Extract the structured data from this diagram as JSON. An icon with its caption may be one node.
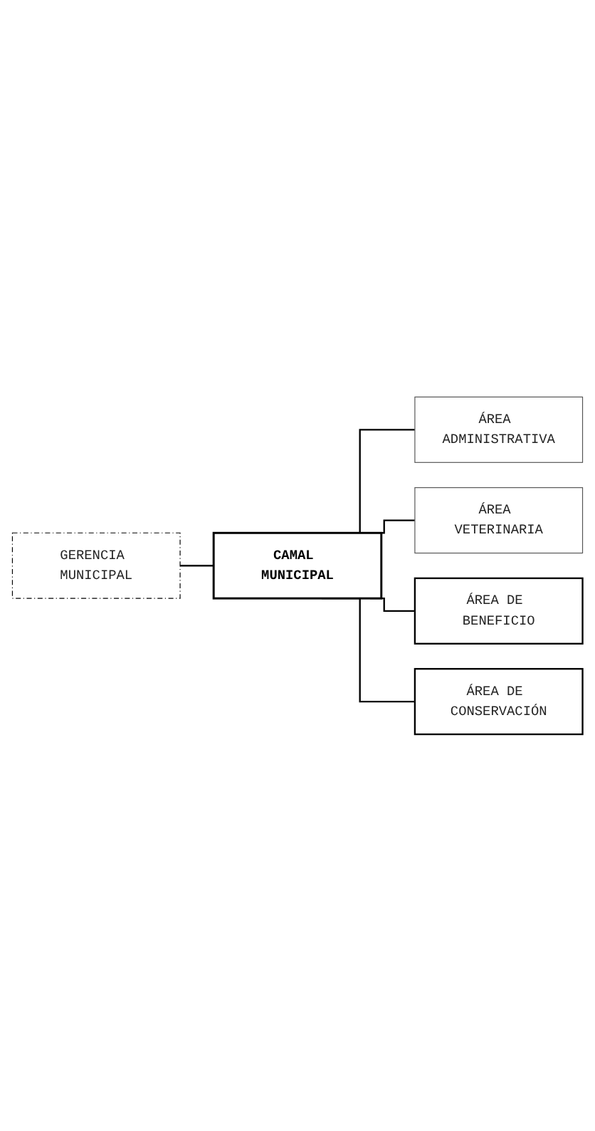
{
  "diagram": {
    "nodes": [
      {
        "text": [
          "GERENCIA MUNICIPAL"
        ]
      },
      {
        "text": [
          "CAMAL MUNICIPAL"
        ]
      },
      {
        "text": [
          "ÁREA ADMINISTRATIVA"
        ]
      },
      {
        "text": [
          "ÁREA VETERINARIA"
        ]
      },
      {
        "text": [
          "ÁREA DE BENEFICIO"
        ]
      },
      {
        "text": [
          "ÁREA DE CONSERVACIÓN"
        ]
      }
    ],
    "edges": [
      {
        "from": 0,
        "to": 1,
        "arrow": "none"
      },
      {
        "from": 1,
        "to": 2,
        "arrow": "none"
      },
      {
        "from": 1,
        "to": 3,
        "arrow": "none"
      },
      {
        "from": 1,
        "to": 4,
        "arrow": "none"
      },
      {
        "from": 1,
        "to": 5,
        "arrow": "none"
      }
    ]
  }
}
